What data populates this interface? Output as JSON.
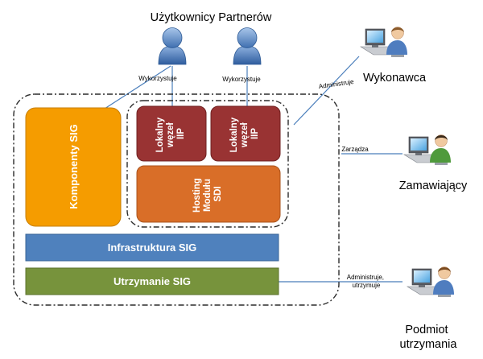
{
  "header": {
    "title": "Użytkownicy Partnerów"
  },
  "blocks": {
    "komponenty": {
      "label": "Komponenty SIG"
    },
    "wezel1": {
      "lines": [
        "Lokalny",
        "węzeł",
        "IIP"
      ]
    },
    "wezel2": {
      "lines": [
        "Lokalny",
        "węzeł",
        "IIP"
      ]
    },
    "hosting": {
      "lines": [
        "Hosting",
        "Modułu",
        "SDI"
      ]
    },
    "infrastruktura": {
      "label": "Infrastruktura SIG"
    },
    "utrzymanie": {
      "label": "Utrzymanie SIG"
    }
  },
  "actors": {
    "wykonawca": {
      "name": "Wykonawca"
    },
    "zamawiajacy": {
      "name": "Zamawiający"
    },
    "podmiot": {
      "name_lines": [
        "Podmiot",
        "utrzymania"
      ]
    }
  },
  "connectors": {
    "uses_1": "Wykorzystuje",
    "uses_2": "Wykorzystuje",
    "administers": "Administruje",
    "manages": "Zarządza",
    "administers_maintains": [
      "Administruje,",
      "utrzymuje"
    ]
  },
  "colors": {
    "orange": "#f59c00",
    "dark_red": "#993333",
    "dark_orange": "#d96e28",
    "blue": "#4f81bd",
    "green": "#77933c",
    "user_blue": "#4f7dbf",
    "line_blue": "#4a7ebb"
  }
}
